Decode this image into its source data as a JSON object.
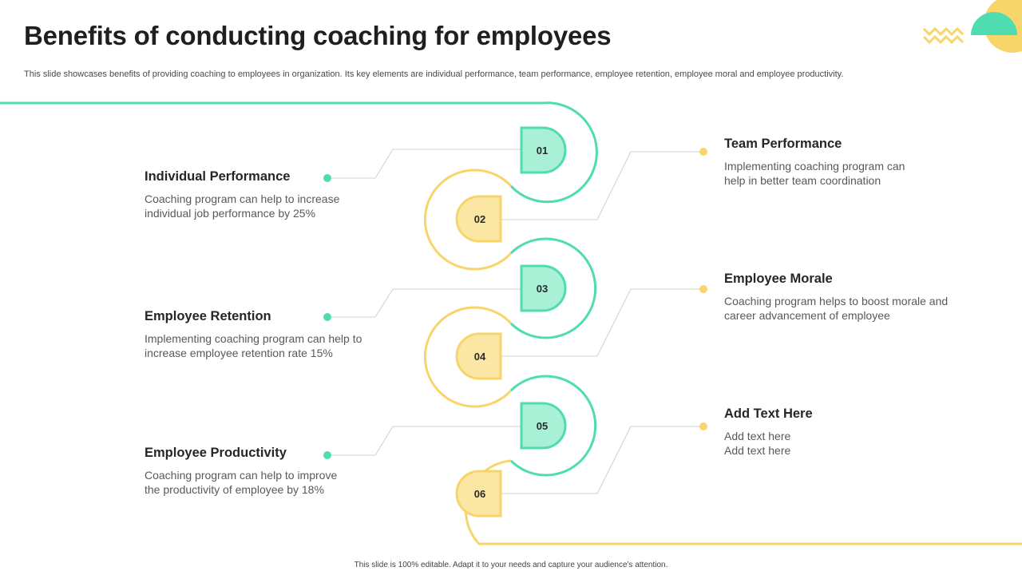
{
  "title": "Benefits of conducting coaching for employees",
  "subtitle": "This slide showcases benefits of providing coaching to employees in organization. Its key elements are individual performance, team performance, employee retention, employee moral and employee productivity.",
  "colors": {
    "teal": "#4fdcb0",
    "teal_light": "#a9f0d6",
    "yellow": "#f7d56a",
    "yellow_light": "#fbe7a3",
    "connector": "#d0d0d0"
  },
  "decorations": [
    "zigzag-icon",
    "half-circle-shape"
  ],
  "nodes": [
    {
      "number": "01",
      "color": "teal"
    },
    {
      "number": "02",
      "color": "yellow"
    },
    {
      "number": "03",
      "color": "teal"
    },
    {
      "number": "04",
      "color": "yellow"
    },
    {
      "number": "05",
      "color": "teal"
    },
    {
      "number": "06",
      "color": "yellow"
    }
  ],
  "items": [
    {
      "heading": "Individual Performance",
      "text": "Coaching program can help to increase individual job performance by 25%"
    },
    {
      "heading": "Team Performance",
      "text": "Implementing coaching program can help in better team coordination"
    },
    {
      "heading": "Employee Retention",
      "text": "Implementing coaching program can help to increase employee retention rate 15%"
    },
    {
      "heading": "Employee Morale",
      "text": "Coaching program helps to boost morale and career advancement of employee"
    },
    {
      "heading": "Employee Productivity",
      "text": "Coaching program can help to improve the productivity of employee by 18%"
    },
    {
      "heading": "Add Text Here",
      "text": "Add text here Add text here"
    }
  ],
  "footer": "This slide is 100% editable. Adapt it to your needs and capture your audience's attention."
}
